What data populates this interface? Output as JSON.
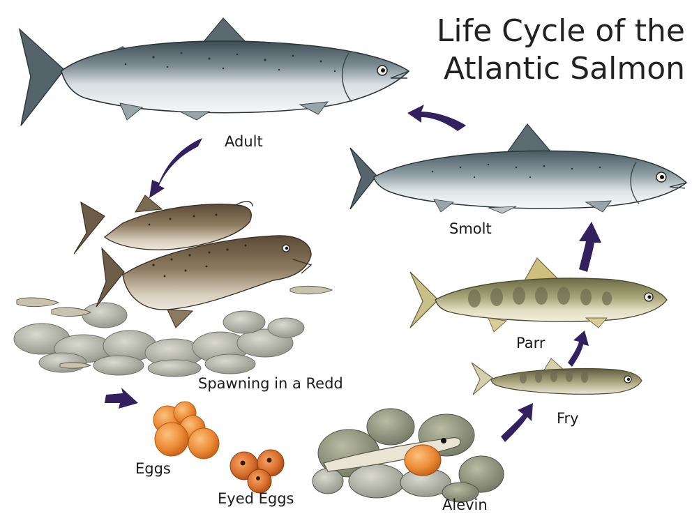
{
  "title": {
    "line1": "Life Cycle of the",
    "line2": "Atlantic Salmon"
  },
  "stages": {
    "adult": "Adult",
    "smolt": "Smolt",
    "parr": "Parr",
    "fry": "Fry",
    "alevin": "Alevin",
    "eyed_eggs": "Eyed Eggs",
    "eggs": "Eggs",
    "spawning": "Spawning in a Redd"
  },
  "colors": {
    "arrow": "#33205e",
    "egg": "#e98a3a",
    "salmon_back": "#4f5f67",
    "salmon_belly": "#eef1f1"
  }
}
